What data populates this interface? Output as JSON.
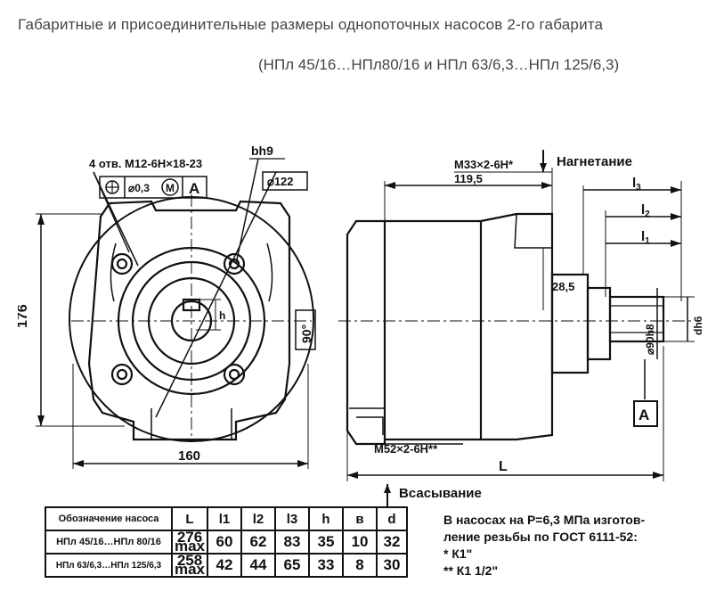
{
  "title": {
    "line1": "Габаритные и присоединительные размеры однопоточных насосов 2-го габарита",
    "line2": "(НПл 45/16…НПл80/16  и НПл 63/6,3…НПл 125/6,3)"
  },
  "drawing": {
    "holes_label": "4 отв. М12-6Н×18-23",
    "tol_dia": "⌀0,3",
    "tol_m": "M",
    "tol_a": "A",
    "keyway": "bh9",
    "dia122": "⌀122",
    "dim176": "176",
    "dim160": "160",
    "angle90": "90°",
    "h_label": "h",
    "thread_top": "М33×2-6Н*",
    "dim1195": "119,5",
    "pressure_label": "Нагнетание",
    "l3": "l",
    "l3_sub": "3",
    "l2": "l",
    "l2_sub": "2",
    "l1": "l",
    "l1_sub": "1",
    "dim285": "28,5",
    "dia90": "⌀90h8",
    "dh6": "dh6",
    "datum_a": "A",
    "thread_bottom": "М52×2-6Н**",
    "L_label": "L",
    "suction_label": "Всасывание"
  },
  "table": {
    "headers": [
      "Обозначение насоса",
      "L",
      "l1",
      "l2",
      "l3",
      "h",
      "в",
      "d"
    ],
    "rows": [
      {
        "designation": "НПл 45/16…НПл 80/16",
        "L_top": "276",
        "L_bottom": "max",
        "l1": "60",
        "l2": "62",
        "l3": "83",
        "h": "35",
        "b": "10",
        "d": "32"
      },
      {
        "designation": "НПл 63/6,3…НПл 125/6,3",
        "L_top": "258",
        "L_bottom": "max",
        "l1": "42",
        "l2": "44",
        "l3": "65",
        "h": "33",
        "b": "8",
        "d": "30"
      }
    ]
  },
  "note": {
    "line1": "В насосах на Р=6,3 МПа изготов-",
    "line2": "ление резьбы по ГОСТ 6111-52:",
    "line3": "* К1\"",
    "line4": "** К1 1/2\""
  }
}
